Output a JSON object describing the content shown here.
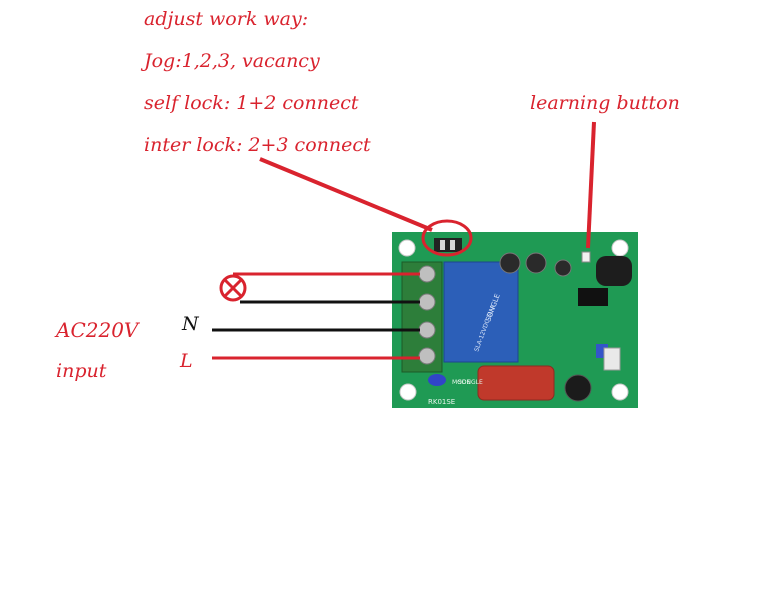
{
  "instructions": {
    "line1": "adjust work way:",
    "line2": "Jog:1,2,3,  vacancy",
    "line3": "self lock: 1+2 connect",
    "line4": "inter lock: 2+3 connect"
  },
  "learning_label": "learning button",
  "input": {
    "voltage": "AC220V",
    "label": "input",
    "neutral": "N",
    "live": "L"
  },
  "board": {
    "relay_brand": "SONGLE",
    "relay_model": "SLA-12VDC-SL-A",
    "model_silk": "MODE",
    "board_code": "RK01SE"
  },
  "colors": {
    "annotation": "#d9232e",
    "pcb": "#1f9a54",
    "relay": "#2c5fb8",
    "capacitor": "#c0392b"
  }
}
